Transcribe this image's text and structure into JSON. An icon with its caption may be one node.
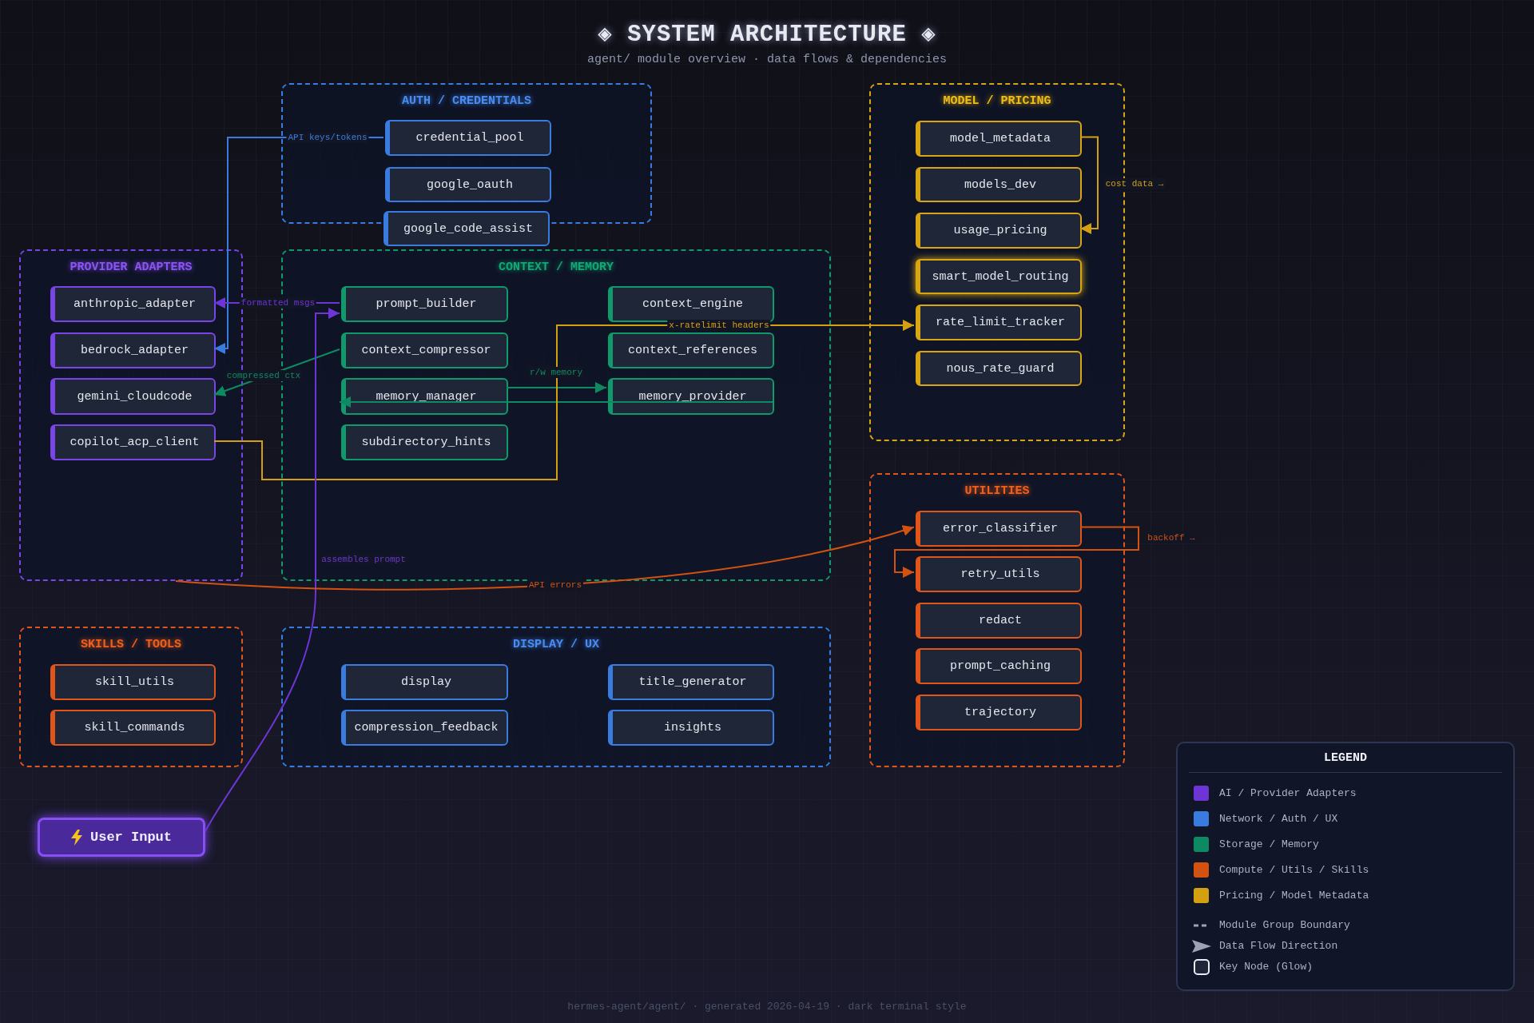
{
  "diagram": {
    "title": "◈ SYSTEM ARCHITECTURE ◈",
    "caption": "hermes-agent/agent/ · generated 2026-04-19 · dark terminal style",
    "nodes": [
      {
        "text": [
          "AUTH / CREDENTIALS"
        ]
      },
      {
        "text": [
          "credential_pool"
        ],
        "in": 0
      },
      {
        "text": [
          "google_oauth"
        ],
        "in": 0
      },
      {
        "text": [
          "google_code_assist"
        ]
      },
      {
        "text": [
          "MODEL / PRICING"
        ]
      },
      {
        "text": [
          "model_metadata"
        ],
        "in": 4
      },
      {
        "text": [
          "models_dev"
        ],
        "in": 4
      },
      {
        "text": [
          "usage_pricing"
        ],
        "in": 4
      },
      {
        "text": [
          "smart_model_routing"
        ],
        "in": 4
      },
      {
        "text": [
          "rate_limit_tracker"
        ],
        "in": 4
      },
      {
        "text": [
          "nous_rate_guard"
        ],
        "in": 4
      },
      {
        "text": [
          "PROVIDER ADAPTERS"
        ]
      },
      {
        "text": [
          "anthropic_adapter"
        ],
        "in": 11
      },
      {
        "text": [
          "bedrock_adapter"
        ],
        "in": 11
      },
      {
        "text": [
          "gemini_cloudcode"
        ],
        "in": 11
      },
      {
        "text": [
          "copilot_acp_client"
        ],
        "in": 11
      },
      {
        "text": [
          "CONTEXT / MEMORY"
        ]
      },
      {
        "text": [
          "prompt_builder"
        ],
        "in": 16
      },
      {
        "text": [
          "context_engine"
        ],
        "in": 16
      },
      {
        "text": [
          "context_compressor"
        ],
        "in": 16
      },
      {
        "text": [
          "context_references"
        ],
        "in": 16
      },
      {
        "text": [
          "memory_manager"
        ],
        "in": 16
      },
      {
        "text": [
          "memory_provider"
        ],
        "in": 16
      },
      {
        "text": [
          "subdirectory_hints"
        ],
        "in": 16
      },
      {
        "text": [
          "UTILITIES"
        ]
      },
      {
        "text": [
          "error_classifier"
        ],
        "in": 24
      },
      {
        "text": [
          "retry_utils"
        ],
        "in": 24
      },
      {
        "text": [
          "redact"
        ],
        "in": 24
      },
      {
        "text": [
          "prompt_caching"
        ],
        "in": 24
      },
      {
        "text": [
          "trajectory"
        ],
        "in": 24
      },
      {
        "text": [
          "SKILLS / TOOLS"
        ]
      },
      {
        "text": [
          "skill_utils"
        ],
        "in": 30
      },
      {
        "text": [
          "skill_commands"
        ],
        "in": 30
      },
      {
        "text": [
          "DISPLAY / UX"
        ]
      },
      {
        "text": [
          "display"
        ],
        "in": 33
      },
      {
        "text": [
          "title_generator"
        ],
        "in": 33
      },
      {
        "text": [
          "compression_feedback"
        ],
        "in": 33
      },
      {
        "text": [
          "insights"
        ],
        "in": 33
      },
      {
        "text": [
          "User Input"
        ]
      }
    ],
    "edges": [
      {
        "from": 1,
        "to": 13,
        "arrow": "to",
        "label": "API keys/tokens",
        "color": "#3a7be0"
      },
      {
        "from": 17,
        "to": 12,
        "arrow": "to",
        "label": "formatted msgs",
        "color": "#6c35d4"
      },
      {
        "from": 19,
        "to": 14,
        "arrow": "to",
        "label": "compressed ctx",
        "color": "#0d8a62"
      },
      {
        "from": 21,
        "to": 22,
        "arrow": "to",
        "label": "r/w memory",
        "color": "#0d8a62"
      },
      {
        "from": 22,
        "to": 21,
        "arrow": "to",
        "color": "#0d8a62"
      },
      {
        "from": 15,
        "to": 9,
        "arrow": "to",
        "label": "x-ratelimit headers",
        "color": "#d4a012"
      },
      {
        "from": 5,
        "to": 7,
        "arrow": "to",
        "label": "cost data →",
        "color": "#d4a012"
      },
      {
        "from": 38,
        "to": 17,
        "arrow": "to",
        "label": "assembles prompt",
        "color": "#6c35d4"
      },
      {
        "from": 11,
        "to": 25,
        "arrow": "to",
        "label": "API errors",
        "color": "#d4520f"
      },
      {
        "from": 25,
        "to": 26,
        "arrow": "to",
        "label": "backoff →",
        "color": "#d4520f"
      }
    ],
    "labels": [
      "agent/ module overview · data flows & dependencies",
      "LEGEND"
    ],
    "legend": [
      {
        "text": "AI / Provider Adapters",
        "color": "#6c35d4"
      },
      {
        "text": "Network / Auth / UX",
        "color": "#3a7be0"
      },
      {
        "text": "Storage / Memory",
        "color": "#0d8a62"
      },
      {
        "text": "Compute / Utils / Skills",
        "color": "#d4520f"
      },
      {
        "text": "Pricing / Model Metadata",
        "color": "#d4a012"
      },
      {
        "text": "Module Group Boundary"
      },
      {
        "text": "Data Flow Direction"
      },
      {
        "text": "Key Node (Glow)"
      }
    ]
  }
}
